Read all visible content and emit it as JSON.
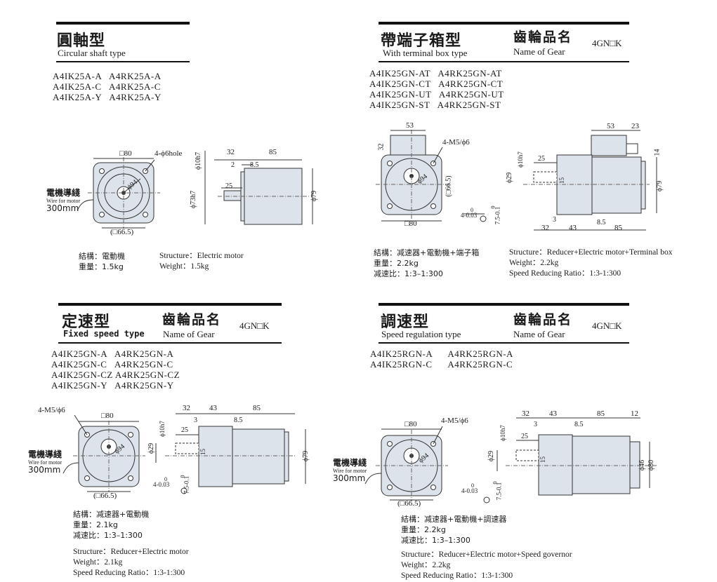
{
  "circular": {
    "title": "圓軸型",
    "subtitle": "Circular shaft type",
    "models": [
      "A4IK25A-A   A4RK25A-A",
      "A4IK25A-C   A4RK25A-C",
      "A4IK25A-Y   A4RK25A-Y"
    ],
    "dims": {
      "sq": "□80",
      "holes": "4-ϕ6hole",
      "d94": "ϕ94",
      "sq665": "(□66.5)",
      "shaft": "ϕ10h7",
      "pilot": "ϕ73h7",
      "od": "ϕ79",
      "l32": "32",
      "l85": "85",
      "l2": "2",
      "l85b": "8.5",
      "l25": "25"
    },
    "wire": {
      "zh": "電機導綫",
      "en": "Wire for motor",
      "len": "300mm"
    },
    "spec_zh": [
      "結構：電動機",
      "重量：1.5kg"
    ],
    "spec_en": [
      "Structure：Electric motor",
      "Weight：1.5kg"
    ]
  },
  "terminal": {
    "title": "帶端子箱型",
    "subtitle": "With terminal box  type",
    "gear_title": "齒輪品名",
    "gear_sub": "Name of Gear",
    "gear_code": "4GN□K",
    "models": [
      "A4IK25GN-AT   A4RK25GN-AT",
      "A4IK25GN-CT   A4RK25GN-CT",
      "A4IK25GN-UT   A4RK25GN-UT",
      "A4IK25GN-ST   A4RK25GN-ST"
    ],
    "dims": {
      "l53": "53",
      "l32": "32",
      "m5": "4-M5/ϕ6",
      "d94": "ϕ94",
      "sq665": "(□66.5)",
      "sq": "□80",
      "tol1": "0",
      "tol2": "4-0.03",
      "tol3": "0",
      "tol4": "7.5-0.1",
      "r53": "53",
      "r23": "23",
      "r14": "14",
      "shaft": "ϕ10h7",
      "r25": "25",
      "d29": "ϕ29",
      "r15": "15",
      "d79": "ϕ79",
      "r3": "3",
      "r85": "8.5",
      "r32": "32",
      "r43": "43",
      "r85b": "85"
    },
    "spec_zh": [
      "結構：减速器+電動機+端子箱",
      "重量：2.2kg",
      "减速比：1:3–1:300"
    ],
    "spec_en": [
      "Structure：Reducer+Electric motor+Terminal box",
      "Weight：2.2kg",
      "Speed Reducing Ratio：1:3-1:300"
    ]
  },
  "fixed": {
    "title": "定速型",
    "subtitle": "Fixed speed type",
    "gear_title": "齒輪品名",
    "gear_sub": "Name of Gear",
    "gear_code": "4GN□K",
    "models": [
      "A4IK25GN-A   A4RK25GN-A",
      "A4IK25GN-C   A4RK25GN-C",
      "A4IK25GN-CZ A4RK25GN-CZ",
      "A4IK25GN-Y   A4RK25GN-Y"
    ],
    "dims": {
      "m5": "4-M5/ϕ6",
      "sq": "□80",
      "d94": "ϕ94",
      "sq665": "(□66.5)",
      "l32": "32",
      "l43": "43",
      "l85": "85",
      "l3": "3",
      "l85b": "8.5",
      "shaft": "ϕ10h7",
      "l25": "25",
      "d29": "ϕ29",
      "l15": "15",
      "d79": "ϕ79",
      "tol1": "0",
      "tol2": "4-0.03",
      "tol3": "0",
      "tol4": "7.5-0.1"
    },
    "wire": {
      "zh": "電機導綫",
      "en": "Wire for motor",
      "len": "300mm"
    },
    "spec_zh": [
      "結構：减速器+電動機",
      "重量：2.1kg",
      "减速比：1:3–1:300"
    ],
    "spec_en": [
      "Structure：Reducer+Electric motor",
      "Weight：2.1kg",
      "Speed Reducing Ratio：1:3-1:300"
    ]
  },
  "speedreg": {
    "title": "調速型",
    "subtitle": "Speed regulation type",
    "gear_title": "齒輪品名",
    "gear_sub": "Name of Gear",
    "gear_code": "4GN□K",
    "models": [
      "A4IK25RGN-A      A4RK25RGN-A",
      "A4IK25RGN-C      A4RK25RGN-C"
    ],
    "dims": {
      "sq": "□80",
      "m5": "4-M5/ϕ6",
      "d94": "ϕ94",
      "sq665": "(□66.5)",
      "l32": "32",
      "l43": "43",
      "l85": "85",
      "l12": "12",
      "l3": "3",
      "l85b": "8.5",
      "shaft": "ϕ10h7",
      "l25": "25",
      "d29": "ϕ29",
      "l15": "15",
      "d46": "ϕ46",
      "d80": "ϕ80",
      "tol1": "0",
      "tol2": "4-0.03",
      "tol3": "0",
      "tol4": "7.5-0.1"
    },
    "wire": {
      "zh": "電機導綫",
      "en": "Wire for motor",
      "len": "300mm"
    },
    "spec_zh": [
      "結構：减速器+電動機+調速器",
      "重量：2.2kg",
      "减速比：1:3–1:300"
    ],
    "spec_en": [
      "Structure：Reducer+Electric motor+Speed governor",
      "Weight：2.2kg",
      "Speed Reducing Ratio：1:3-1:300"
    ]
  },
  "colors": {
    "body": "#dde3ea",
    "dark": "#111111"
  }
}
